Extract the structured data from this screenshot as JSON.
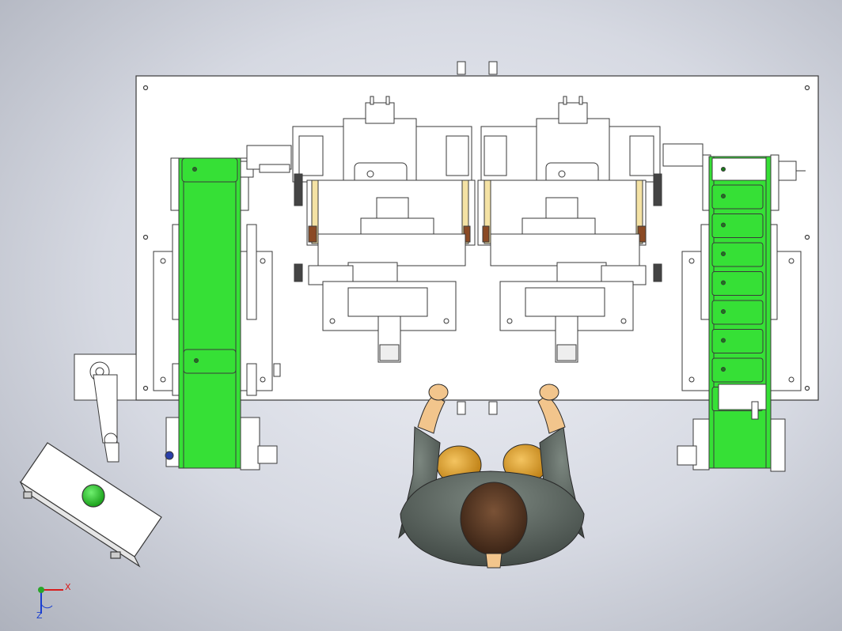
{
  "colors": {
    "background": "#d6d9e2",
    "plate": "#ffffff",
    "outline": "#3a3a3a",
    "conveyor_belt": "#36e036",
    "panel_button": "#1fb61f",
    "operator_shirt": "#5b6560",
    "operator_hair": "#4a3020",
    "operator_skin": "#f2c58c",
    "chair": "#d89a1a",
    "triad_x": "#d81d1d",
    "triad_y": "#2aa52a",
    "triad_z": "#1a3fd0"
  },
  "scene": {
    "components": [
      "base-plate",
      "left-conveyor",
      "right-conveyor",
      "left-work-station",
      "right-work-station",
      "control-panel-arm",
      "control-panel",
      "operator"
    ],
    "right_conveyor_tray_count": 8
  },
  "triad": {
    "x_label": "X",
    "z_label": "Z"
  }
}
